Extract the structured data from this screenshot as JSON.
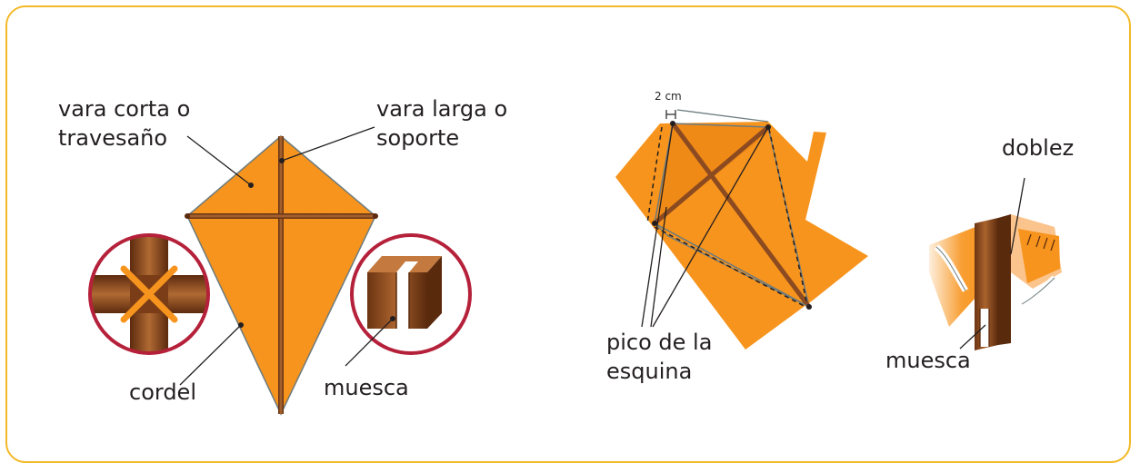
{
  "labels": {
    "short_stick_line1": "vara corta o",
    "short_stick_line2": "travesaño",
    "long_stick_line1": "vara larga o",
    "long_stick_line2": "soporte",
    "string": "cordel",
    "notch_left": "muesca",
    "dimension": "2 cm",
    "corner_tip_line1": "pico de la",
    "corner_tip_line2": "esquina",
    "fold": "doblez",
    "notch_right": "muesca"
  },
  "colors": {
    "frame_border": "#f3b928",
    "kite_fill": "#f7941d",
    "kite_light": "#fbc48c",
    "stick_wood": "#8b4a20",
    "stick_dark": "#5c2a0e",
    "circle_outline": "#b5213a",
    "outline_gray": "#6d7b7e",
    "text": "#231f20"
  }
}
